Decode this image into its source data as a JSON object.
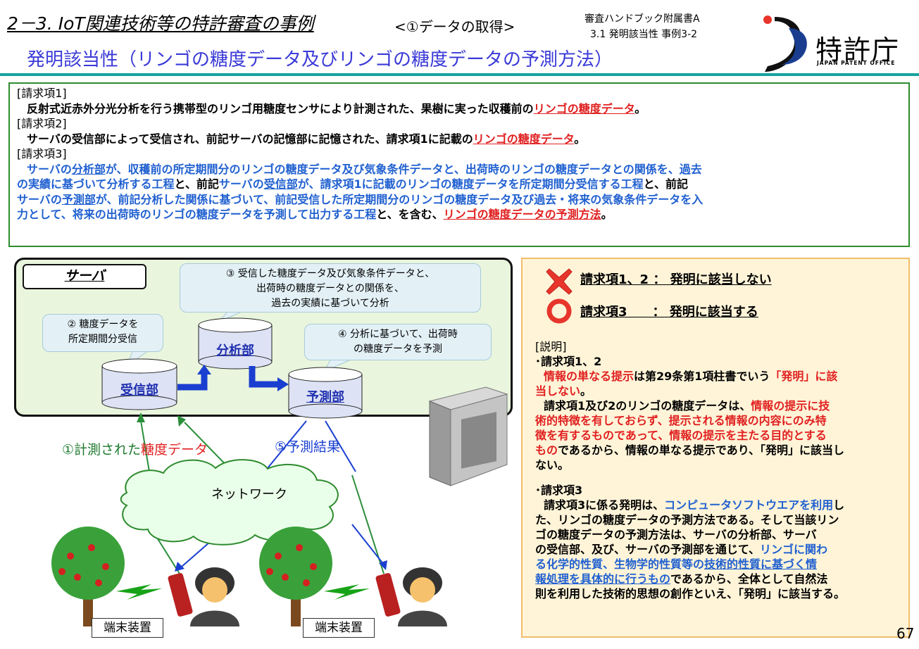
{
  "header": {
    "title": "2－3. IoT関連技術等の特許審査の事例",
    "subtitle": "<①データの取得>",
    "ref_line1": "審査ハンドブック附属書A",
    "ref_line2": "3.1  発明該当性  事例3-2",
    "heading": "発明該当性（リンゴの糖度データ及びリンゴの糖度データの予測方法）",
    "logo_text": "特許庁",
    "logo_en": "JAPAN  PATENT  OFFICE"
  },
  "claims": {
    "c1_label": "[請求項1]",
    "c1_text": "反射式近赤外分光分析を行う携帯型のリンゴ用糖度センサにより計測された、果樹に実った収穫前の",
    "c1_red": "リンゴの糖度データ",
    "c1_end": "。",
    "c2_label": "[請求項2]",
    "c2_text": "サーバの受信部によって受信され、前記サーバの記憶部に記憶された、請求項1に記載の",
    "c2_red": "リンゴの糖度データ",
    "c2_end": "。",
    "c3_label": "[請求項3]",
    "c3_l1a": "サーバの",
    "c3_l1b": "分析部",
    "c3_l1c": "が、収穫前の所定期間分のリンゴの糖度データ及び気象条件データと、出荷時のリンゴの糖度データとの関係を、過去",
    "c3_l2a": "の実績に基づいて分析する工程",
    "c3_l2b": "と、前記",
    "c3_l2c": "サーバの",
    "c3_l2d": "受信部",
    "c3_l2e": "が、請求項1に記載のリンゴの糖度データを所定期間分受信する工程",
    "c3_l2f": "と、前記",
    "c3_l3a": "サーバの",
    "c3_l3b": "予測部",
    "c3_l3c": "が、前記分析した関係に基づいて、前記受信した所定期間分のリンゴの糖度データ及び過去・将来の気象条件データを入",
    "c3_l4a": "力として、将来の出荷時のリンゴの糖度データを予測して出力する工程",
    "c3_l4b": "と、を含む、",
    "c3_l4c": "リンゴの糖度データの予測方法",
    "c3_l4d": "。"
  },
  "diagram": {
    "server_label": "サーバ",
    "bubble1": [
      "② 糖度データを",
      "所定期間分受信"
    ],
    "bubble2": [
      "③ 受信した糖度データ及び気象条件データと、",
      "出荷時の糖度データとの関係を、",
      "過去の実績に基づいて分析"
    ],
    "bubble3": [
      "④ 分析に基づいて、出荷時",
      "の糖度データを予測"
    ],
    "receiver": "受信部",
    "analyzer": "分析部",
    "predictor": "予測部",
    "measured_a": "①計測された",
    "measured_b": "糖度データ",
    "prediction": "⑤予測結果",
    "network": "ネットワーク",
    "terminal1": "端末装置",
    "terminal2": "端末装置"
  },
  "panel": {
    "result1": "請求項1、2 ： 発明に該当しない",
    "result2": "請求項3　　：  発明に該当する",
    "explain_head": "[説明]",
    "e1_head": "･請求項1、2",
    "e1_l1a": "情報の単なる提示",
    "e1_l1b": "は第29条第1項柱書でいう",
    "e1_l1c": "「発明」に該",
    "e1_l2": "当しない",
    "e1_l2b": "。",
    "e1_l3a": "請求項1及び2のリンゴの糖度データは、",
    "e1_l3b": "情報の提示に技",
    "e1_l4": "術的特徴を有しておらず、提示される情報の内容にのみ特",
    "e1_l5": "徴を有するものであって、情報の提示を主たる目的とする",
    "e1_l6a": "もの",
    "e1_l6b": "であるから、情報の単なる提示であり、「発明」に該当し",
    "e1_l7": "ない。",
    "e2_head": "･請求項3",
    "e2_l1a": "請求項3に係る発明は、",
    "e2_l1b": "コンピュータソフトウエアを利用",
    "e2_l1c": "し",
    "e2_l2": "た、リンゴの糖度データの予測方法である。そして当該リン",
    "e2_l3": "ゴの糖度データの予測方法は、サーバの分析部、サーバ",
    "e2_l4a": "の受信部、及び、サーバの予測部を通じて、",
    "e2_l4b": "リンゴに関わ",
    "e2_l5a": "る化学的性質、生物学的性質等の",
    "e2_l5b": "技術的性質に基づく情",
    "e2_l6a": "報処理を具体的に行うもの",
    "e2_l6b": "であるから、全体として自然法",
    "e2_l7": "則を利用した技術的思想の創作といえ、「発明」に該当する。"
  },
  "page_number": "67"
}
